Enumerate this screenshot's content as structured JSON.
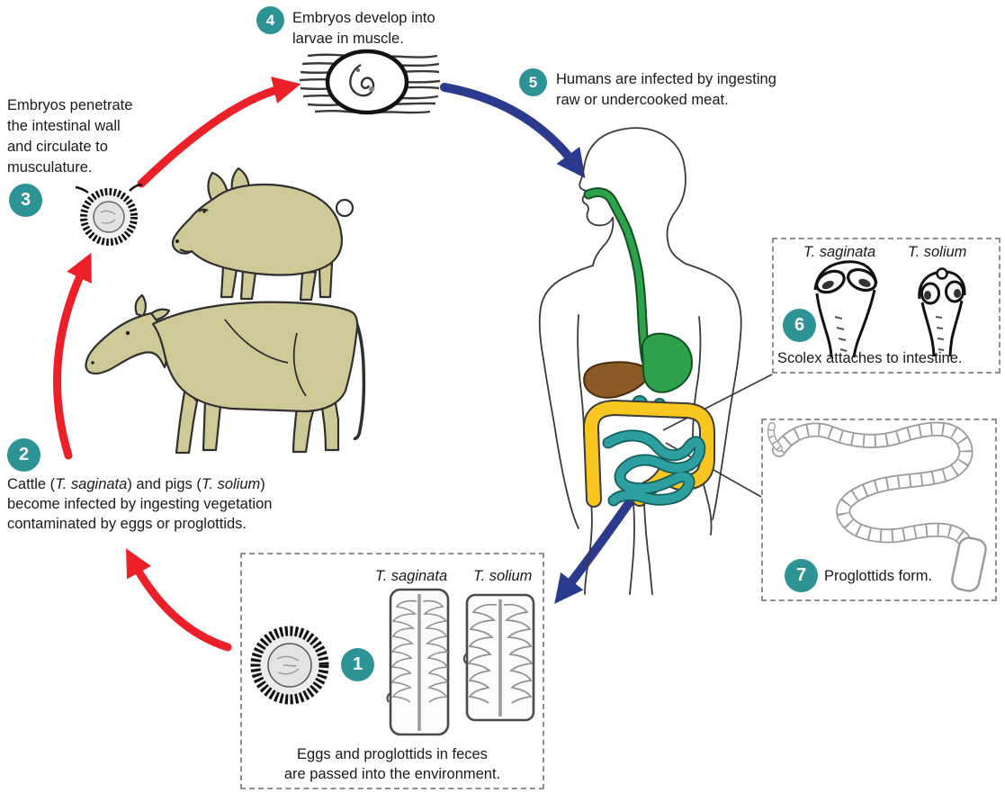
{
  "title": "Tapeworm life cycle diagram",
  "colors": {
    "badge_teal": "#2E9394",
    "arrow_red": "#EC2028",
    "arrow_blue": "#2C3A8E",
    "animal_fill": "#CECA97",
    "liver_brown": "#8B5A25",
    "stomach_green": "#2EA14D",
    "esophagus_green": "#2EA14D",
    "intestine_yellow": "#F9C620",
    "small_intestine_teal": "#2E9FA0",
    "outline_dark": "#333333"
  },
  "steps": {
    "s1": {
      "num": "1",
      "label_left": "T. saginata",
      "label_right": "T. solium",
      "caption_line1": "Eggs and proglottids in feces",
      "caption_line2": "are passed into the environment."
    },
    "s2": {
      "num": "2",
      "line1_parts": [
        "Cattle (",
        "T. saginata",
        ") and pigs (",
        "T. solium",
        ")"
      ],
      "line2": "become infected by ingesting vegetation",
      "line3": "contaminated by eggs or proglottids."
    },
    "s3": {
      "num": "3",
      "lines": [
        "Embryos penetrate",
        "the intestinal wall",
        "and circulate to",
        "musculature."
      ]
    },
    "s4": {
      "num": "4",
      "lines": [
        "Embryos develop into",
        "larvae in muscle."
      ]
    },
    "s5": {
      "num": "5",
      "lines": [
        "Humans are infected by ingesting",
        "raw or undercooked meat."
      ]
    },
    "s6": {
      "num": "6",
      "label_left": "T. saginata",
      "label_right": "T. solium",
      "caption": "Scolex attaches to intestine."
    },
    "s7": {
      "num": "7",
      "caption": "Proglottids form."
    }
  }
}
